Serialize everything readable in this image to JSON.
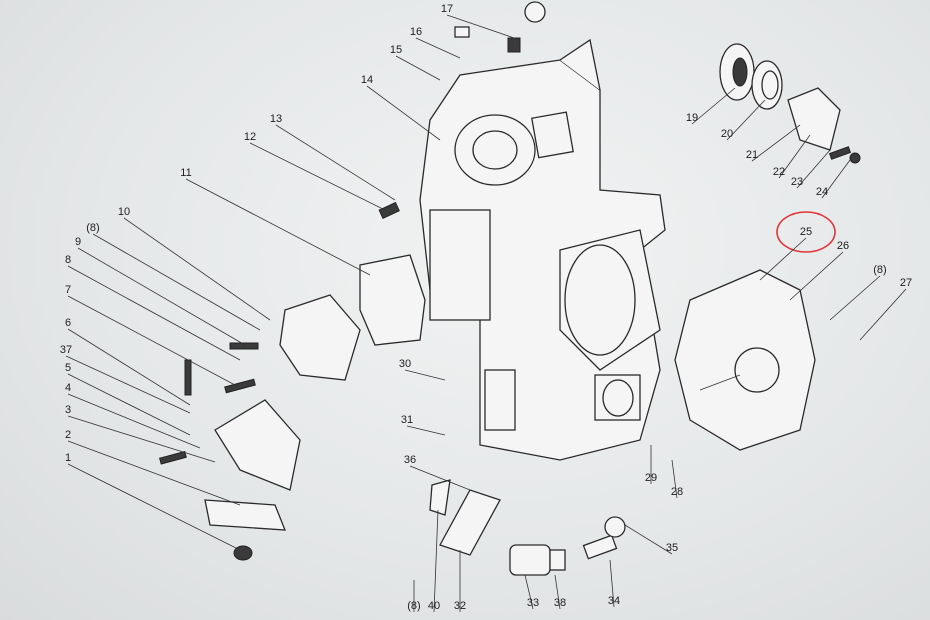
{
  "diagram": {
    "type": "exploded-parts-diagram",
    "highlight_color": "#e0353a",
    "highlighted_part": "25",
    "callouts": [
      "17",
      "16",
      "15",
      "14",
      "13",
      "12",
      "11",
      "10",
      "(8)",
      "9",
      "8",
      "7",
      "6",
      "37",
      "5",
      "4",
      "3",
      "2",
      "1",
      "19",
      "20",
      "21",
      "22",
      "23",
      "24",
      "25",
      "26",
      "(8)",
      "27",
      "30",
      "31",
      "36",
      "29",
      "28",
      "35",
      "34",
      "38",
      "33",
      "32",
      "40",
      "(8)"
    ]
  }
}
